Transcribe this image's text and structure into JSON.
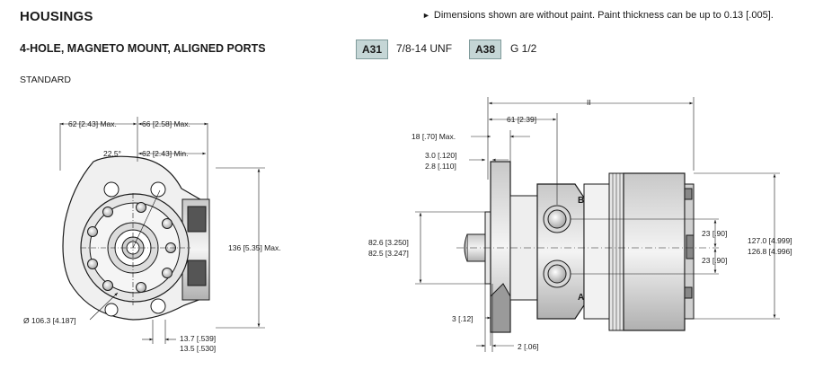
{
  "header": {
    "title": "HOUSINGS",
    "note_marker": "►",
    "note": "Dimensions shown are without paint. Paint thickness can be up to 0.13 [.005]."
  },
  "section": {
    "subtitle": "4-HOLE, MAGNETO MOUNT, ALIGNED PORTS",
    "variant": "STANDARD"
  },
  "port_options": [
    {
      "code": "A31",
      "thread": "7/8-14 UNF"
    },
    {
      "code": "A38",
      "thread": "G 1/2"
    }
  ],
  "front_view": {
    "dims": {
      "left_width": "62 [2.43] Max.",
      "right_width": "66 [2.58] Max.",
      "angle": "22.5°",
      "offset_min": "62 [2.43] Min.",
      "height_max": "136 [5.35] Max.",
      "diameter": "Ø 106.3 [4.187]",
      "hub_max": "13.7 [.539]",
      "hub_min": "13.5 [.530]"
    }
  },
  "side_view": {
    "dims": {
      "overall": "II",
      "shaft_to_port": "61 [2.39]",
      "flange_thickness": "18 [.70] Max.",
      "pilot_max": "3.0 [.120]",
      "pilot_min": "2.8 [.110]",
      "pilot_dia_max": "82.6 [3.250]",
      "pilot_dia_min": "82.5 [3.247]",
      "port_offset_upper": "23 [.90]",
      "port_offset_lower": "23 [.90]",
      "body_dia_max": "127.0 [4.999]",
      "body_dia_min": "126.8 [4.996]",
      "chamfer": "3 [.12]",
      "relief": "2 [.06]"
    },
    "port_labels": {
      "upper": "B",
      "lower": "A"
    }
  }
}
